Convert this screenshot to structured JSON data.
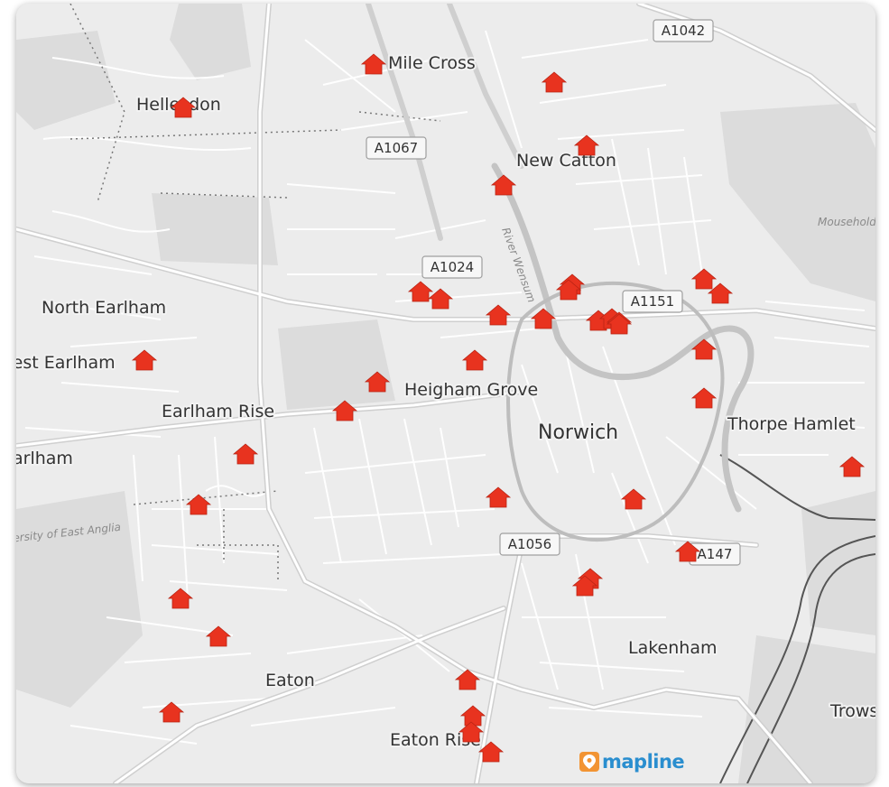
{
  "map": {
    "places": [
      {
        "id": "mile-cross",
        "name": "Mile Cross",
        "size": "md"
      },
      {
        "id": "hellesdon",
        "name": "Hellesdon",
        "size": "md"
      },
      {
        "id": "new-catton",
        "name": "New Catton",
        "size": "md"
      },
      {
        "id": "north-earlham",
        "name": "North Earlham",
        "size": "md"
      },
      {
        "id": "west-earlham",
        "name": "West Earlham",
        "size": "md"
      },
      {
        "id": "heigham-grove",
        "name": "Heigham Grove",
        "size": "md"
      },
      {
        "id": "earlham-rise",
        "name": "Earlham Rise",
        "size": "md"
      },
      {
        "id": "norwich",
        "name": "Norwich",
        "size": "lg"
      },
      {
        "id": "thorpe-hamlet",
        "name": "Thorpe Hamlet",
        "size": "md"
      },
      {
        "id": "earlham",
        "name": "Earlham",
        "size": "md"
      },
      {
        "id": "lakenham",
        "name": "Lakenham",
        "size": "md"
      },
      {
        "id": "eaton",
        "name": "Eaton",
        "size": "md"
      },
      {
        "id": "eaton-rise",
        "name": "Eaton Rise",
        "size": "md"
      },
      {
        "id": "trowse",
        "name": "Trowse",
        "size": "md"
      },
      {
        "id": "mousehold-heath",
        "name": "Mousehold Heath",
        "size": "it"
      },
      {
        "id": "university",
        "name": "University of East Anglia",
        "size": "it"
      },
      {
        "id": "river-wensum",
        "name": "River Wensum",
        "size": "it"
      }
    ],
    "roads": [
      "A1042",
      "A1067",
      "A1024",
      "A1151",
      "A1056",
      "A147"
    ],
    "marker_count": 38,
    "colors": {
      "marker": "#e8331f",
      "background": "#eeeeee",
      "road": "#ffffff",
      "major_road": "#bdbdbd",
      "park": "#d7d7d7",
      "water": "#bcbcbc"
    }
  },
  "branding": {
    "logo_text": "mapline",
    "logo_icon": "map-pin-icon",
    "colors": {
      "text": "#2a8ecf",
      "icon": "#f29433"
    }
  }
}
